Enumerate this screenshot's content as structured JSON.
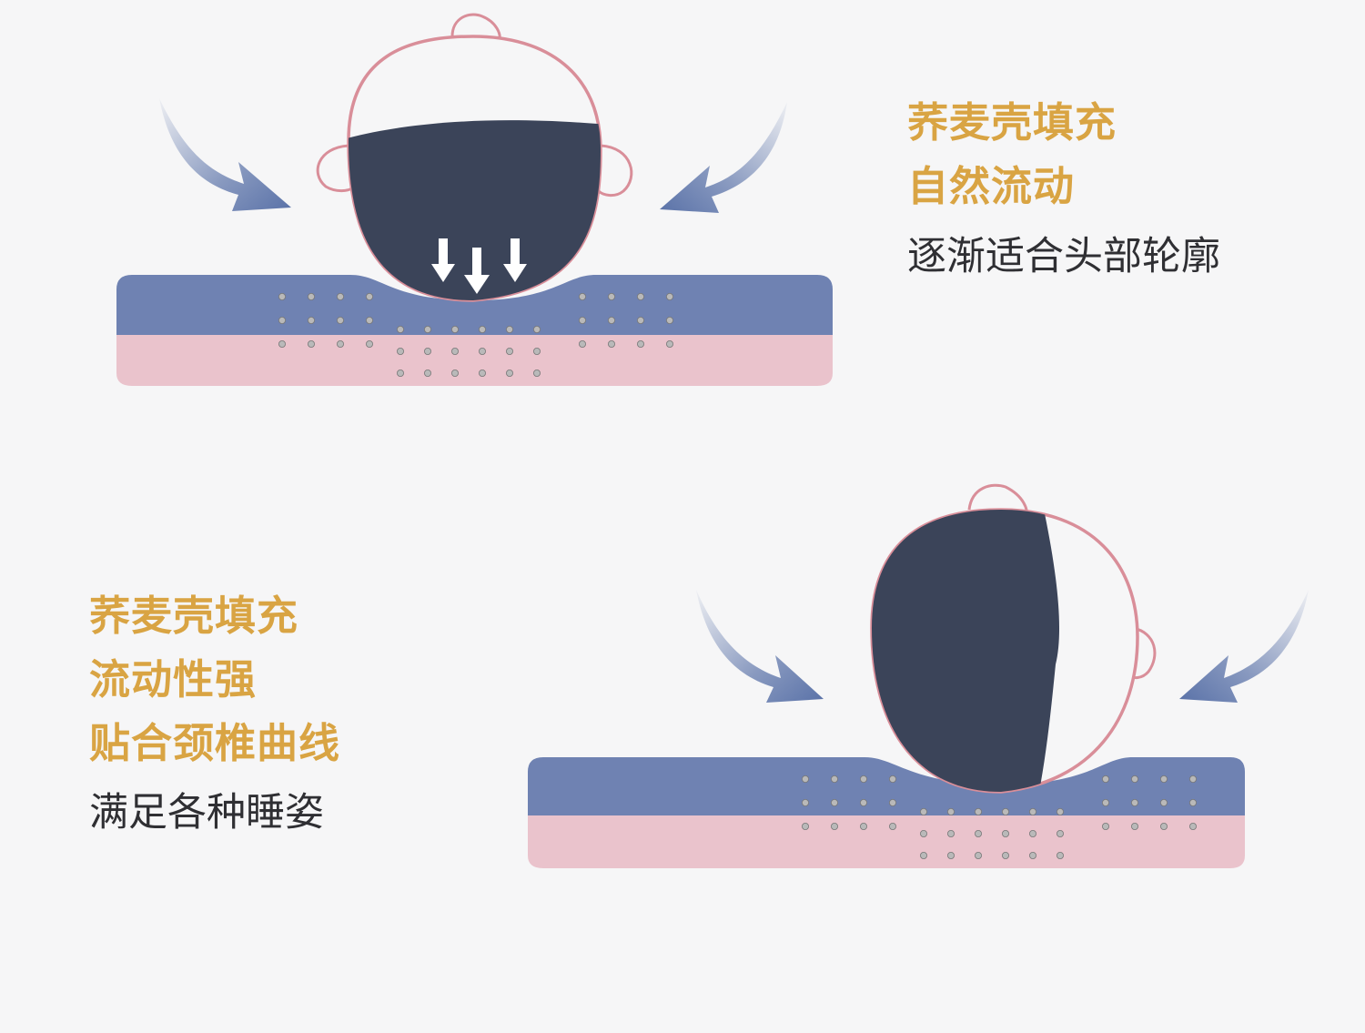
{
  "panel_top": {
    "headline_lines": [
      "荞麦壳填充",
      "自然流动"
    ],
    "subtext": "逐渐适合头部轮廓"
  },
  "panel_bottom": {
    "headline_lines": [
      "荞麦壳填充",
      "流动性强",
      "贴合颈椎曲线"
    ],
    "subtext": "满足各种睡姿"
  },
  "colors": {
    "background": "#f6f6f7",
    "headline": "#d9a443",
    "subtext": "#2f2f33",
    "pillow_top_layer": "#6f82b2",
    "pillow_bottom_layer": "#eac3cc",
    "head_outline": "#d98e99",
    "hair": "#3b4459",
    "arrow": "#5a72a8"
  },
  "icons": [
    "curved-arrow-icon",
    "down-arrow-icon",
    "head-icon",
    "pillow-icon"
  ]
}
